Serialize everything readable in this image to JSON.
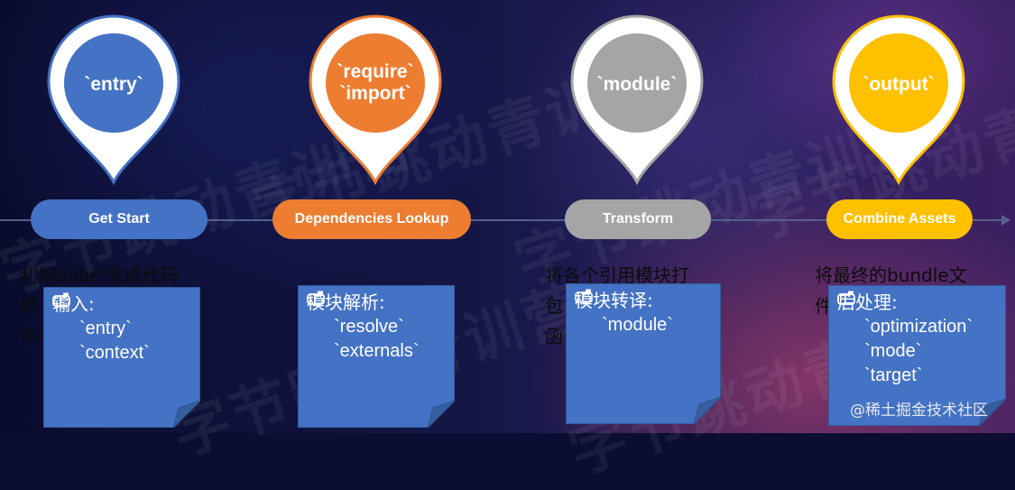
{
  "stages": [
    {
      "id": "get-start",
      "pin_lines": [
        "`entry`"
      ],
      "pill": "Get Start",
      "color": "#4472c4",
      "desc_lines": [
        "利用babel完成代码",
        "转",
        "件"
      ],
      "note_title": "输入:",
      "note_items": [
        "`entry`",
        "`context`"
      ]
    },
    {
      "id": "dependencies-lookup",
      "pin_lines": [
        "`require`",
        "`import`"
      ],
      "pill": "Dependencies Lookup",
      "color": "#ed7d31",
      "desc_lines": [],
      "note_title": "模块解析:",
      "note_items": [
        "`resolve`",
        "`externals`"
      ]
    },
    {
      "id": "transform",
      "pin_lines": [
        "`module`"
      ],
      "pill": "Transform",
      "color": "#a5a5a5",
      "desc_lines": [
        "将各个引用模块打",
        "包",
        "函"
      ],
      "note_title": "模块转译:",
      "note_items": [
        "`module`"
      ]
    },
    {
      "id": "combine-assets",
      "pin_lines": [
        "`output`"
      ],
      "pill": "Combine Assets",
      "color": "#ffc000",
      "desc_lines": [
        "将最终的bundle文",
        "件"
      ],
      "note_title": "后处理:",
      "note_items": [
        "`optimization`",
        "`mode`",
        "`target`"
      ]
    }
  ],
  "watermark_text": "字节跳动青训营",
  "credit": "@稀土掘金技术社区"
}
